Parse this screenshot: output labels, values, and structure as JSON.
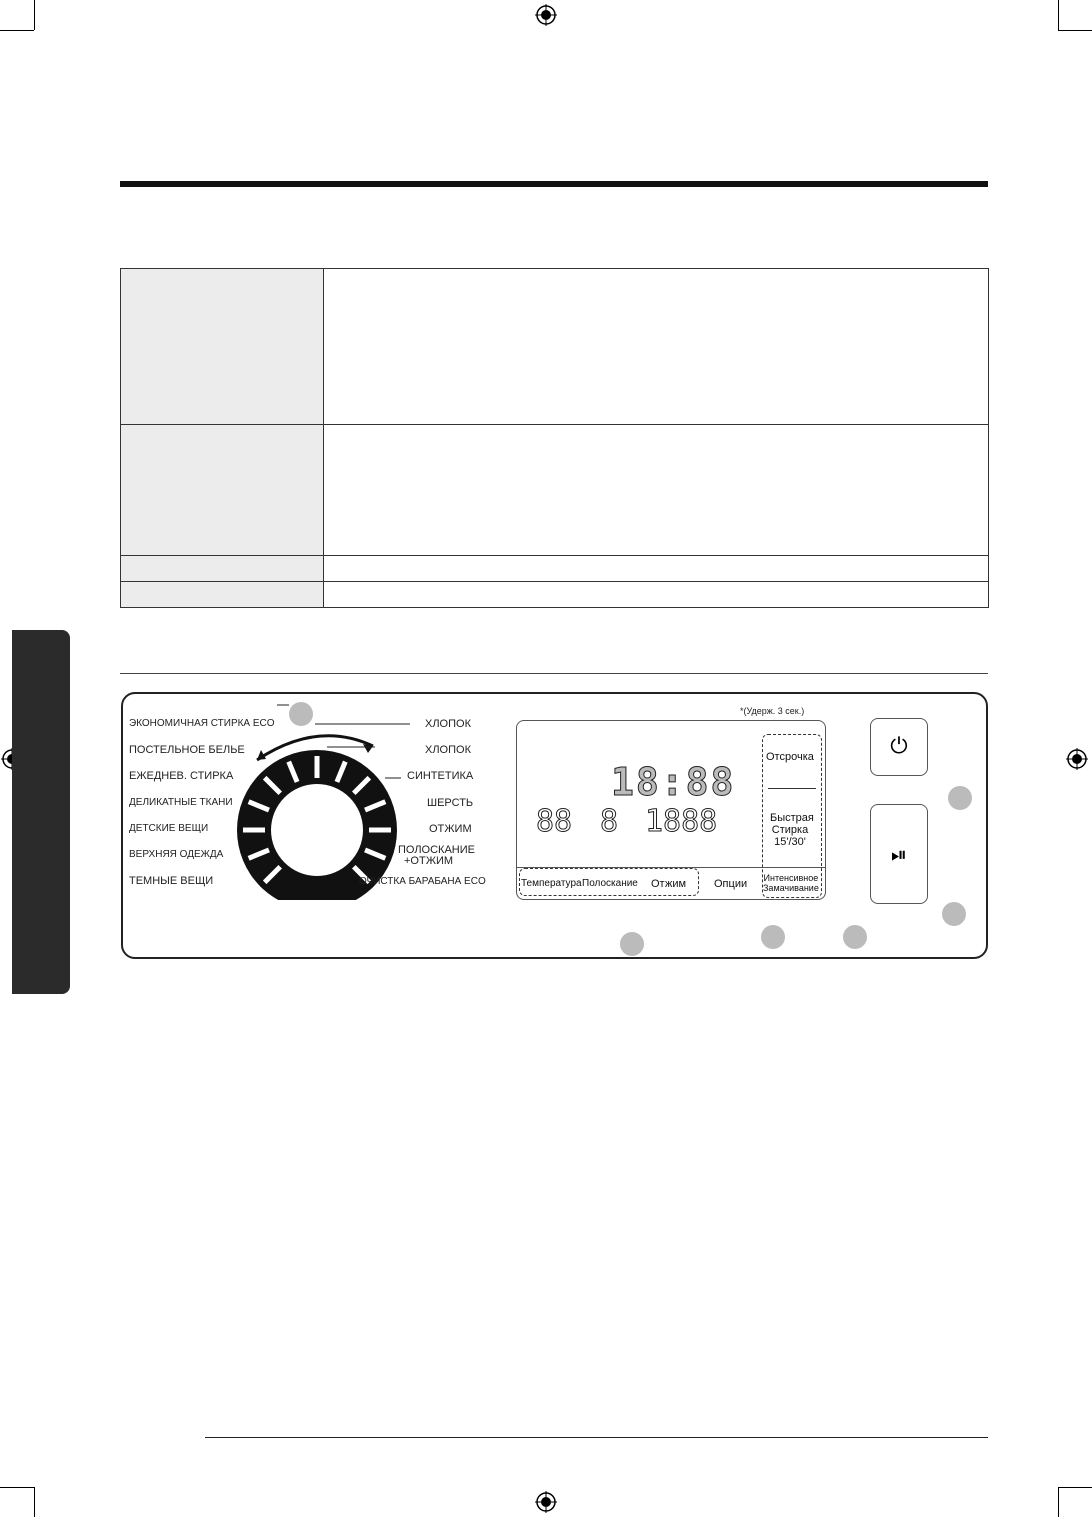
{
  "panel": {
    "dial_left": [
      "ЭКОНОМИЧНАЯ СТИРКА ECO",
      "ПОСТЕЛЬНОЕ БЕЛЬЕ",
      "ЕЖЕДНЕВ. СТИРКА",
      "ДЕЛИКАТНЫЕ ТКАНИ",
      "ДЕТСКИЕ ВЕЩИ",
      "ВЕРХНЯЯ ОДЕЖДА",
      "ТЕМНЫЕ ВЕЩИ"
    ],
    "dial_right": [
      "ХЛОПОК",
      "ХЛОПОК",
      "СИНТЕТИКА",
      "ШЕРСТЬ",
      "ОТЖИМ",
      "ПОЛОСКАНИЕ",
      "+ОТЖИМ",
      "ОЧИСТКА БАРАБАНА ECO"
    ],
    "hold_note": "*(Удерж. 3 сек.)",
    "display_time": "18:88",
    "display_temp": "88",
    "display_rinse": "8",
    "display_spin": "1888",
    "delay_label": "Отсрочка",
    "quick_wash": [
      "Быстрая",
      "Стирка",
      "15'/30'"
    ],
    "buttons": {
      "temperature": "Температура",
      "rinse": "Полоскание",
      "spin": "Отжим",
      "options": "Опции",
      "soak": [
        "Интенсивное",
        "Замачивание"
      ]
    },
    "icons": [
      "power-icon",
      "play-pause-icon",
      "child-lock-icon",
      "sound-off-icon",
      "drum-clean-icon",
      "eco-bubble-icon",
      "wool-icon"
    ]
  }
}
